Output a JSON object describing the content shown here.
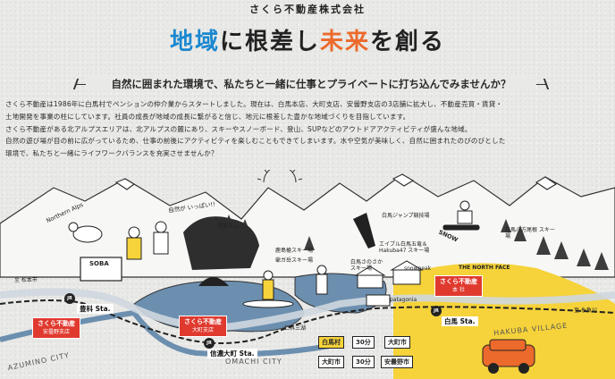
{
  "header": {
    "company": "さくら不動産株式会社",
    "catch_blue": "地域",
    "catch_black1": "に根差し",
    "catch_orange": "未来",
    "catch_black2": "を創る"
  },
  "subtitle": "自然に囲まれた環境で、私たちと一緒に仕事とプライベートに打ち込んでみませんか？",
  "body_lines": [
    "さくら不動産は1986年に白馬村でペンションの仲介業からスタートしました。現在は、白馬本店、大町支店、安曇野支店の3店舗に拡大し、不動産売買・賃貸・",
    "土地開発を事業の柱にしています。社員の成長が地域の成長に繋がると信じ、地元に根差した豊かな地域づくりを目指しています。",
    "さくら不動産がある北アルプスエリアは、北アルプスの麓にあり、スキーやスノーボード、登山、SUPなどのアウトドアアクティビティが盛んな地域。",
    "自然の遊び場が目の前に広がっているため、仕事の前後にアクティビティを楽しむこともできてしまいます。水や空気が美味しく、自然に囲まれたのびのびとした",
    "環境で、私たちと一緒にライフワークバランスを充実させませんか？"
  ],
  "map": {
    "labels": {
      "northern_alps": "Northern Alps",
      "speech": "自然が いっぱい!!",
      "soba": "SOBA",
      "kurobe_dam": "黒部ダム",
      "kashimayari": "鹿島槍スキー場",
      "jigatake": "爺ガ岳スキー場",
      "jump": "白馬ジャンプ競技場",
      "happo": "白馬八方尾根 スキー場",
      "snow": "SNOW",
      "goryu": "エイブル白馬五竜＆ Hakuba47 スキー場",
      "sanosaka": "白馬さのさか スキー場",
      "snowpeak": "snowpeak",
      "northface": "THE NORTH FACE",
      "patagonia": "patagonia",
      "nishina": "仁科三湖",
      "to_matsumoto": "至 松本市",
      "to_itoigawa": "至 糸魚川",
      "hakuba_village": "HAKUBA VILLAGE",
      "azumino_city": "AZUMINO CITY",
      "omachi_city": "OMACHI CITY"
    },
    "stations": {
      "toyoshina": "豊科 Sta.",
      "shinano_omachi": "信濃大町 Sta.",
      "hakuba": "白馬 Sta."
    },
    "offices": {
      "azumino_name": "さくら不動産",
      "azumino_sub": "安曇野支店",
      "omachi_name": "さくら不動産",
      "omachi_sub": "大町支店",
      "hakuba_name": "さくら不動産",
      "hakuba_sub": "本 社"
    },
    "times": {
      "from1": "白馬村",
      "to1": "大町市",
      "min1": "30分",
      "from2": "大町市",
      "to2": "安曇野市",
      "min2": "30分"
    }
  },
  "colors": {
    "blue": "#1a88d0",
    "orange": "#ec6a2c",
    "red": "#e03a2f",
    "yellow": "#f6d33a",
    "water": "#6c8faf",
    "road": "#cfd7df"
  }
}
